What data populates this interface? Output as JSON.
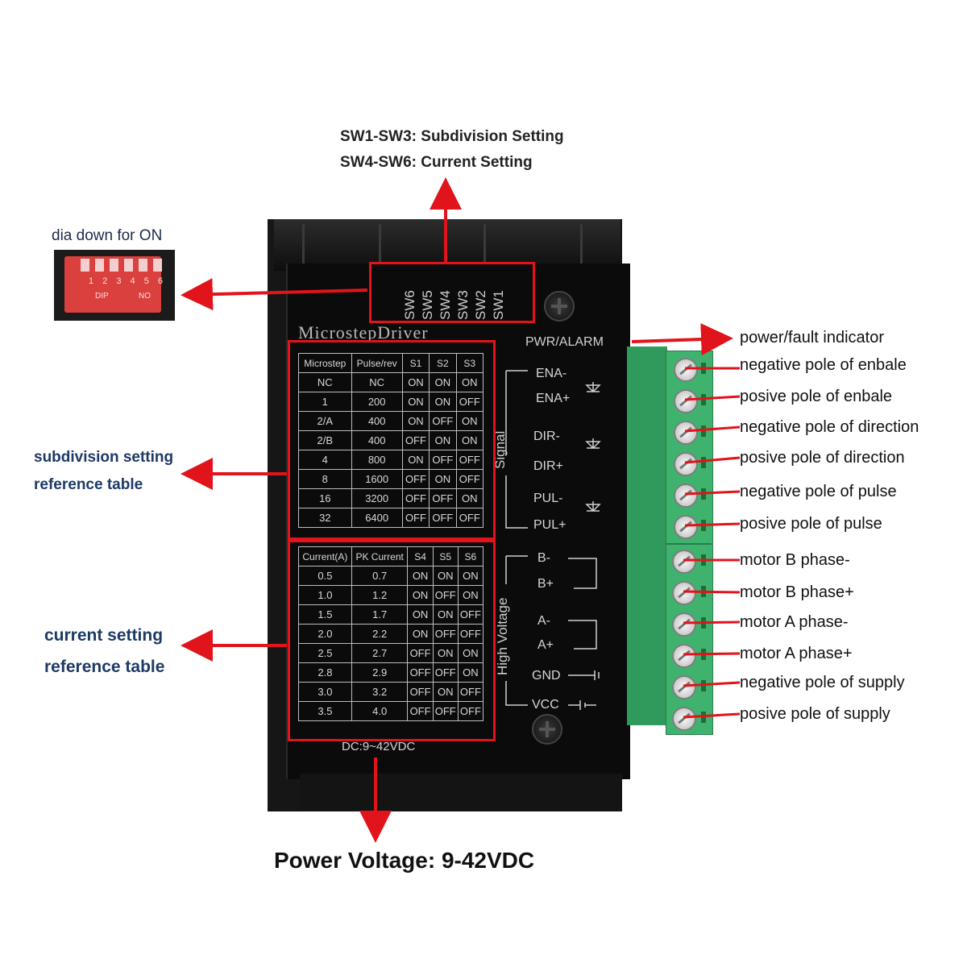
{
  "top_notes": [
    "SW1-SW3: Subdivision Setting",
    "SW4-SW6: Current Setting"
  ],
  "dip_caption": "dia down for ON",
  "dip_switch": {
    "numbers": "1 2 3 4 5 6",
    "dip_text": "DIP",
    "on_text": "NO"
  },
  "switch_labels": [
    "SW6",
    "SW5",
    "SW4",
    "SW3",
    "SW2",
    "SW1"
  ],
  "brand": "MicrostepDriver",
  "pwr_alarm": "PWR/ALARM",
  "subdivision_table": {
    "headers": [
      "Microstep",
      "Pulse/rev",
      "S1",
      "S2",
      "S3"
    ],
    "rows": [
      [
        "NC",
        "NC",
        "ON",
        "ON",
        "ON"
      ],
      [
        "1",
        "200",
        "ON",
        "ON",
        "OFF"
      ],
      [
        "2/A",
        "400",
        "ON",
        "OFF",
        "ON"
      ],
      [
        "2/B",
        "400",
        "OFF",
        "ON",
        "ON"
      ],
      [
        "4",
        "800",
        "ON",
        "OFF",
        "OFF"
      ],
      [
        "8",
        "1600",
        "OFF",
        "ON",
        "OFF"
      ],
      [
        "16",
        "3200",
        "OFF",
        "OFF",
        "ON"
      ],
      [
        "32",
        "6400",
        "OFF",
        "OFF",
        "OFF"
      ]
    ]
  },
  "current_table": {
    "headers": [
      "Current(A)",
      "PK Current",
      "S4",
      "S5",
      "S6"
    ],
    "rows": [
      [
        "0.5",
        "0.7",
        "ON",
        "ON",
        "ON"
      ],
      [
        "1.0",
        "1.2",
        "ON",
        "OFF",
        "ON"
      ],
      [
        "1.5",
        "1.7",
        "ON",
        "ON",
        "OFF"
      ],
      [
        "2.0",
        "2.2",
        "ON",
        "OFF",
        "OFF"
      ],
      [
        "2.5",
        "2.7",
        "OFF",
        "ON",
        "ON"
      ],
      [
        "2.8",
        "2.9",
        "OFF",
        "OFF",
        "ON"
      ],
      [
        "3.0",
        "3.2",
        "OFF",
        "ON",
        "OFF"
      ],
      [
        "3.5",
        "4.0",
        "OFF",
        "OFF",
        "OFF"
      ]
    ]
  },
  "dc_label": "DC:9~42VDC",
  "group_labels": {
    "signal": "Signal",
    "high_voltage": "High Voltage"
  },
  "pins": [
    "ENA-",
    "ENA+",
    "DIR-",
    "DIR+",
    "PUL-",
    "PUL+",
    "B-",
    "B+",
    "A-",
    "A+",
    "GND",
    "VCC"
  ],
  "left_notes": {
    "subdivision": [
      "subdivision setting",
      "reference table"
    ],
    "current": [
      "current setting",
      "reference table"
    ]
  },
  "right_labels": [
    "power/fault indicator",
    "negative pole of enbale",
    "posive pole of enbale",
    "negative pole of direction",
    "posive pole of direction",
    "negative pole of pulse",
    "posive pole of pulse",
    "motor B phase-",
    "motor B phase+",
    "motor A phase-",
    "motor A phase+",
    "negative pole of supply",
    "posive pole of supply"
  ],
  "power_voltage": "Power Voltage: 9-42VDC",
  "colors": {
    "accent_red": "#e0141a",
    "terminal_green": "#3fb36e",
    "driver_black": "#0b0b0b"
  }
}
